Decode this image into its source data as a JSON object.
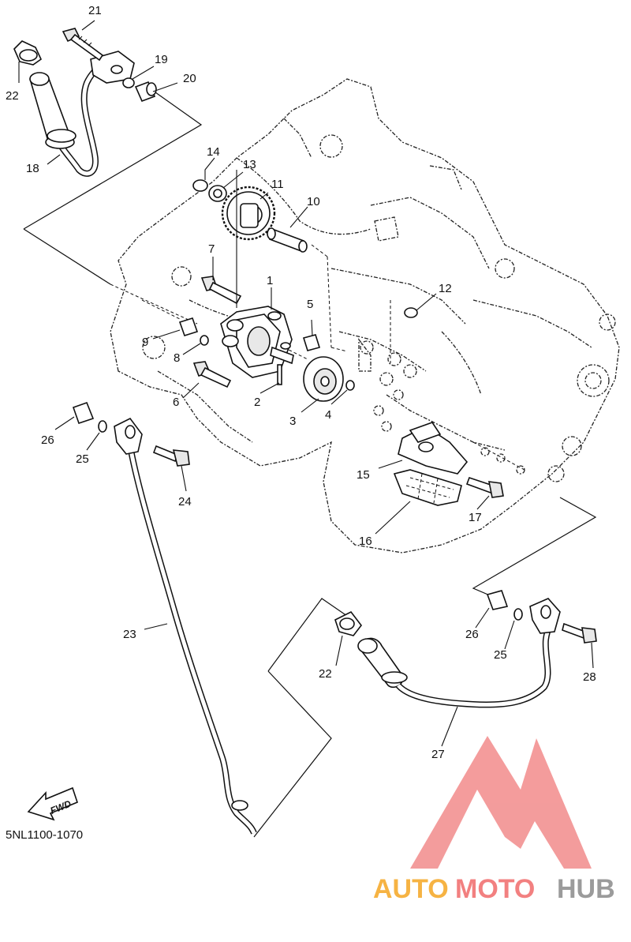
{
  "diagram": {
    "reference_code": "5NL1100-1070",
    "fwd_label": "FWD",
    "callouts": [
      {
        "id": "c1",
        "text": "1"
      },
      {
        "id": "c2",
        "text": "2"
      },
      {
        "id": "c3",
        "text": "3"
      },
      {
        "id": "c4",
        "text": "4"
      },
      {
        "id": "c5",
        "text": "5"
      },
      {
        "id": "c6",
        "text": "6"
      },
      {
        "id": "c7",
        "text": "7"
      },
      {
        "id": "c8",
        "text": "8"
      },
      {
        "id": "c9",
        "text": "9"
      },
      {
        "id": "c10",
        "text": "10"
      },
      {
        "id": "c11",
        "text": "11"
      },
      {
        "id": "c12",
        "text": "12"
      },
      {
        "id": "c13",
        "text": "13"
      },
      {
        "id": "c14",
        "text": "14"
      },
      {
        "id": "c15",
        "text": "15"
      },
      {
        "id": "c16",
        "text": "16"
      },
      {
        "id": "c17",
        "text": "17"
      },
      {
        "id": "c18",
        "text": "18"
      },
      {
        "id": "c19",
        "text": "19"
      },
      {
        "id": "c20",
        "text": "20"
      },
      {
        "id": "c21",
        "text": "21"
      },
      {
        "id": "c22a",
        "text": "22"
      },
      {
        "id": "c22b",
        "text": "22"
      },
      {
        "id": "c23",
        "text": "23"
      },
      {
        "id": "c24",
        "text": "24"
      },
      {
        "id": "c25a",
        "text": "25"
      },
      {
        "id": "c25b",
        "text": "25"
      },
      {
        "id": "c26a",
        "text": "26"
      },
      {
        "id": "c26b",
        "text": "26"
      },
      {
        "id": "c27",
        "text": "27"
      },
      {
        "id": "c28",
        "text": "28"
      }
    ]
  },
  "watermark": {
    "part1": "AUTO",
    "part2": "MOTO",
    "part3": "HUB",
    "colors": {
      "triangle": "#f28b8b",
      "auto": "#f5a623",
      "moto": "#f06a6a",
      "hub": "#8a8a8a"
    }
  }
}
